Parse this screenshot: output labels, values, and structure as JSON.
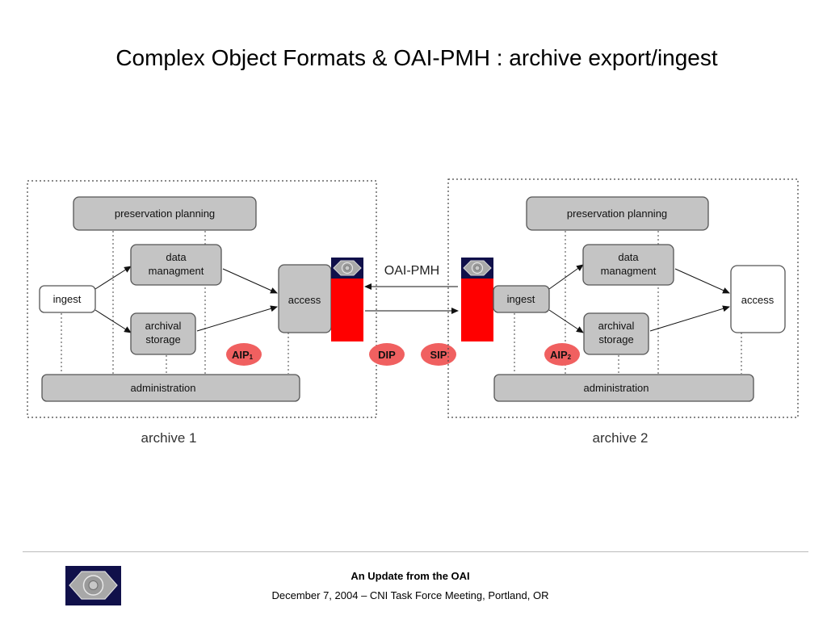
{
  "title": "Complex Object Formats & OAI-PMH : archive export/ingest",
  "diagram": {
    "archive1": {
      "label": "archive 1",
      "preservation_planning": "preservation planning",
      "data_management": [
        "data",
        "managment"
      ],
      "archival_storage": [
        "archival",
        "storage"
      ],
      "ingest": "ingest",
      "access": "access",
      "administration": "administration",
      "aip_badge": "AIP",
      "aip_subscript": "1"
    },
    "archive2": {
      "label": "archive 2",
      "preservation_planning": "preservation planning",
      "data_management": [
        "data",
        "managment"
      ],
      "archival_storage": [
        "archival",
        "storage"
      ],
      "ingest": "ingest",
      "access": "access",
      "administration": "administration",
      "aip_badge": "AIP",
      "aip_subscript": "2"
    },
    "protocol_label": "OAI-PMH",
    "dip_badge": "DIP",
    "sip_badge": "SIP",
    "colors": {
      "box_fill": "#c4c4c4",
      "box_stroke": "#555555",
      "endpoint_red": "#ff0000",
      "badge_fill": "#f06060",
      "logo_navy": "#10104a"
    }
  },
  "footer": {
    "line1": "An Update from the OAI",
    "line2": "December 7, 2004 – CNI Task Force Meeting, Portland, OR",
    "logo_icon": "oai-eye-logo-icon"
  }
}
